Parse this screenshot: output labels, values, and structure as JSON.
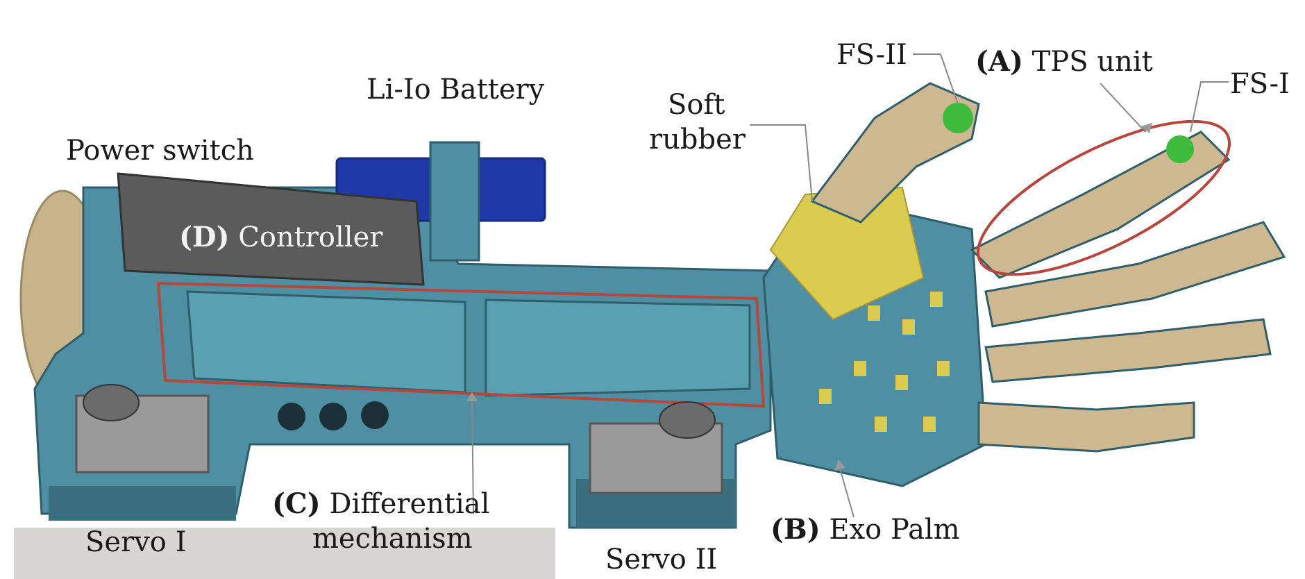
{
  "labels": {
    "power_switch": "Power switch",
    "battery": "Li-Io Battery",
    "soft_rubber_1": "Soft",
    "soft_rubber_2": "rubber",
    "fs2": "FS-II",
    "tps_tag": "(A)",
    "tps_text": "TPS unit",
    "fs1": "FS-I",
    "controller_tag": "(D)",
    "controller_text": "Controller",
    "servo1": "Servo I",
    "diff_tag": "(C)",
    "diff_text": "Differential",
    "diff_text2": "mechanism",
    "servo2": "Servo II",
    "palm_tag": "(B)",
    "palm_text": "Exo Palm"
  },
  "colors": {
    "frame": "#4e8fa3",
    "frame_dark": "#3a6f80",
    "skin": "#cdb88f",
    "battery": "#1f3aa8",
    "controller": "#5b5b5b",
    "rubber": "#d9cc4e",
    "highlight": "#b5473d",
    "sensor": "#3dbb3d"
  }
}
